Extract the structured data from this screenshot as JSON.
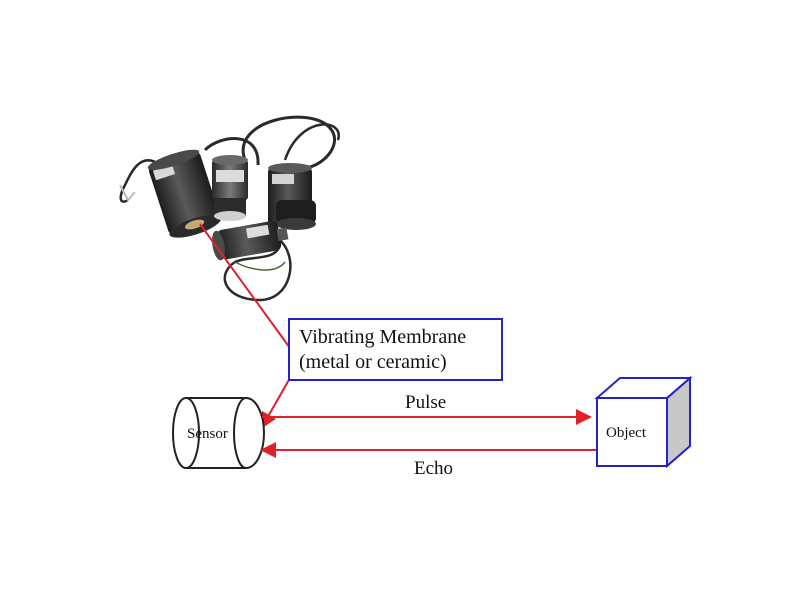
{
  "colors": {
    "arrow": "#e0202a",
    "box_outline": "#2323c8",
    "sensor_outline": "#222222",
    "cube_side": "#c8c8c8",
    "cable": "#2a2a2a",
    "sensor_body": "#3a3a3a"
  },
  "icons": {
    "sensors_photo": "ultrasonic-sensors-image"
  },
  "callout": {
    "line1": "Vibrating Membrane",
    "line2": "(metal or ceramic)"
  },
  "sensor": {
    "label": "Sensor"
  },
  "object": {
    "label": "Object"
  },
  "arrows": {
    "pulse": "Pulse",
    "echo": "Echo"
  }
}
